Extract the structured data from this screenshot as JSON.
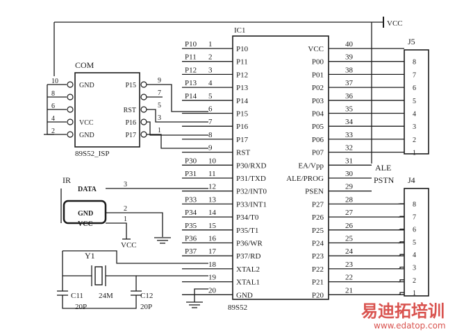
{
  "labels": {
    "vcc_top": "VCC",
    "ic1": "IC1",
    "ic1_part": "89S52",
    "com": "COM",
    "isp_part": "89S52_ISP",
    "ir": "IR",
    "j5": "J5",
    "j4": "J4",
    "ale": "ALE",
    "pstn": "PSTN",
    "vcc_bottom": "VCC",
    "y1": "Y1",
    "crystal": "24M",
    "c11": "C11",
    "c12": "C12",
    "c11_val": "20P",
    "c12_val": "20P"
  },
  "ic1": {
    "left_pins": [
      {
        "num": "1",
        "name": "P10",
        "net": "P10"
      },
      {
        "num": "2",
        "name": "P11",
        "net": "P11"
      },
      {
        "num": "3",
        "name": "P12",
        "net": "P12"
      },
      {
        "num": "4",
        "name": "P13",
        "net": "P13"
      },
      {
        "num": "5",
        "name": "P14",
        "net": "P14"
      },
      {
        "num": "6",
        "name": "P15",
        "net": ""
      },
      {
        "num": "7",
        "name": "P16",
        "net": ""
      },
      {
        "num": "8",
        "name": "P17",
        "net": ""
      },
      {
        "num": "9",
        "name": "RST",
        "net": ""
      },
      {
        "num": "10",
        "name": "P30/RXD",
        "net": "P30"
      },
      {
        "num": "11",
        "name": "P31/TXD",
        "net": "P31"
      },
      {
        "num": "12",
        "name": "P32/INT0",
        "net": ""
      },
      {
        "num": "13",
        "name": "P33/INT1",
        "net": "P33"
      },
      {
        "num": "14",
        "name": "P34/T0",
        "net": "P34"
      },
      {
        "num": "15",
        "name": "P35/T1",
        "net": "P35"
      },
      {
        "num": "16",
        "name": "P36/WR",
        "net": "P36"
      },
      {
        "num": "17",
        "name": "P37/RD",
        "net": "P37"
      },
      {
        "num": "18",
        "name": "XTAL2",
        "net": ""
      },
      {
        "num": "19",
        "name": "XTAL1",
        "net": ""
      },
      {
        "num": "20",
        "name": "GND",
        "net": ""
      }
    ],
    "right_pins": [
      {
        "num": "40",
        "name": "VCC"
      },
      {
        "num": "39",
        "name": "P00"
      },
      {
        "num": "38",
        "name": "P01"
      },
      {
        "num": "37",
        "name": "P02"
      },
      {
        "num": "36",
        "name": "P03"
      },
      {
        "num": "35",
        "name": "P04"
      },
      {
        "num": "34",
        "name": "P05"
      },
      {
        "num": "33",
        "name": "P06"
      },
      {
        "num": "32",
        "name": "P07"
      },
      {
        "num": "31",
        "name": "EA/Vpp"
      },
      {
        "num": "30",
        "name": "ALE/PROG"
      },
      {
        "num": "29",
        "name": "PSEN"
      },
      {
        "num": "28",
        "name": "P27"
      },
      {
        "num": "27",
        "name": "P26"
      },
      {
        "num": "26",
        "name": "P25"
      },
      {
        "num": "25",
        "name": "P24"
      },
      {
        "num": "24",
        "name": "P23"
      },
      {
        "num": "23",
        "name": "P22"
      },
      {
        "num": "22",
        "name": "P21"
      },
      {
        "num": "21",
        "name": "P20"
      }
    ]
  },
  "isp": {
    "left_pins": [
      {
        "num": "10",
        "name": "GND"
      },
      {
        "num": "8",
        "name": ""
      },
      {
        "num": "6",
        "name": ""
      },
      {
        "num": "4",
        "name": "VCC"
      },
      {
        "num": "2",
        "name": "GND"
      }
    ],
    "right_pins": [
      {
        "num": "9",
        "name": "P15"
      },
      {
        "num": "7",
        "name": ""
      },
      {
        "num": "5",
        "name": "RST"
      },
      {
        "num": "3",
        "name": "P16"
      },
      {
        "num": "1",
        "name": "P17"
      }
    ]
  },
  "ir": {
    "pins": [
      {
        "num": "3",
        "name": "DATA"
      },
      {
        "num": "2",
        "name": "GND"
      },
      {
        "num": "1",
        "name": "VCC"
      }
    ]
  },
  "j5": {
    "pins": [
      "8",
      "7",
      "6",
      "5",
      "4",
      "3",
      "2",
      "1"
    ]
  },
  "j4": {
    "pins": [
      "8",
      "7",
      "6",
      "5",
      "4",
      "3",
      "2",
      "1"
    ]
  },
  "watermark": {
    "text": "易迪拓培训",
    "url": "www.edatop.com"
  }
}
